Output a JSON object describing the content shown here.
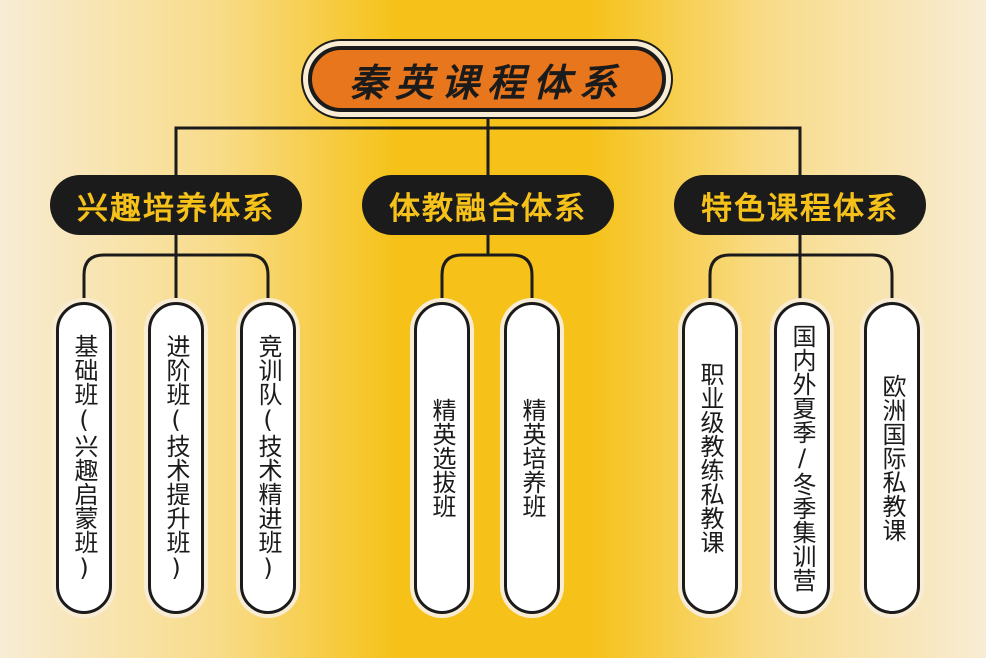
{
  "root": {
    "label": "秦英课程体系"
  },
  "categories": [
    {
      "label": "兴趣培养体系",
      "items": [
        {
          "label": "基础班(兴趣启蒙班)"
        },
        {
          "label": "进阶班(技术提升班)"
        },
        {
          "label": "竞训队(技术精进班)"
        }
      ]
    },
    {
      "label": "体教融合体系",
      "items": [
        {
          "label": "精英选拔班"
        },
        {
          "label": "精英培养班"
        }
      ]
    },
    {
      "label": "特色课程体系",
      "items": [
        {
          "label": "职业级教练私教课"
        },
        {
          "label": "国内外夏季/冬季集训营"
        },
        {
          "label": "欧洲国际私教课"
        }
      ]
    }
  ],
  "colors": {
    "accent_orange": "#e8761c",
    "accent_yellow": "#f6c21a",
    "dark": "#1b1b1b",
    "cream": "#f8ecd4"
  }
}
